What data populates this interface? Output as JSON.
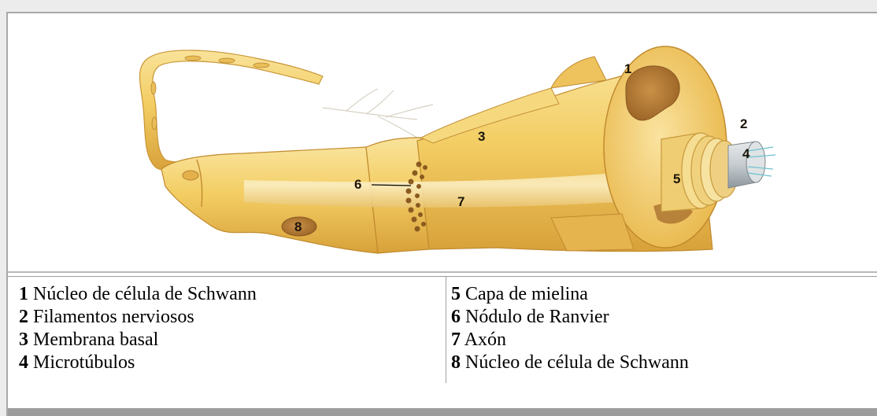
{
  "figure": {
    "labels": [
      {
        "number": "1"
      },
      {
        "number": "2"
      },
      {
        "number": "3"
      },
      {
        "number": "4"
      },
      {
        "number": "5"
      },
      {
        "number": "6"
      },
      {
        "number": "7"
      },
      {
        "number": "8"
      }
    ]
  },
  "legend": {
    "left": [
      {
        "number": "1",
        "text": "Núcleo de célula de Schwann"
      },
      {
        "number": "2",
        "text": "Filamentos nerviosos"
      },
      {
        "number": "3",
        "text": "Membrana basal"
      },
      {
        "number": "4",
        "text": "Microtúbulos"
      }
    ],
    "right": [
      {
        "number": "5",
        "text": "Capa de mielina"
      },
      {
        "number": "6",
        "text": "Nódulo de Ranvier"
      },
      {
        "number": "7",
        "text": "Axón"
      },
      {
        "number": "8",
        "text": "Núcleo de célula de Schwann"
      }
    ]
  },
  "colors": {
    "nerve_fill": "#f2cb5e",
    "nerve_light": "#fae7a4",
    "nerve_shadow": "#d9a43a",
    "nucleus": "#b57a35"
  }
}
